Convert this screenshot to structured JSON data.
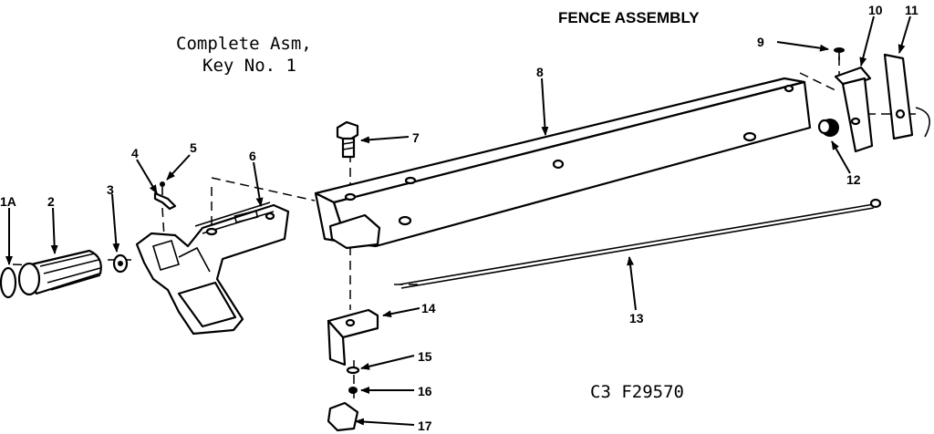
{
  "title": "FENCE ASSEMBLY",
  "complete_asm": {
    "line1": "Complete Asm,",
    "line2": "Key No. 1"
  },
  "drawing_number": "C3 F29570",
  "parts": [
    {
      "key": "1A"
    },
    {
      "key": "2"
    },
    {
      "key": "3"
    },
    {
      "key": "4"
    },
    {
      "key": "5"
    },
    {
      "key": "6"
    },
    {
      "key": "7"
    },
    {
      "key": "8"
    },
    {
      "key": "9"
    },
    {
      "key": "10"
    },
    {
      "key": "11"
    },
    {
      "key": "12"
    },
    {
      "key": "13"
    },
    {
      "key": "14"
    },
    {
      "key": "15"
    },
    {
      "key": "16"
    },
    {
      "key": "17"
    }
  ],
  "colors": {
    "ink": "#000000",
    "paper": "#ffffff"
  }
}
